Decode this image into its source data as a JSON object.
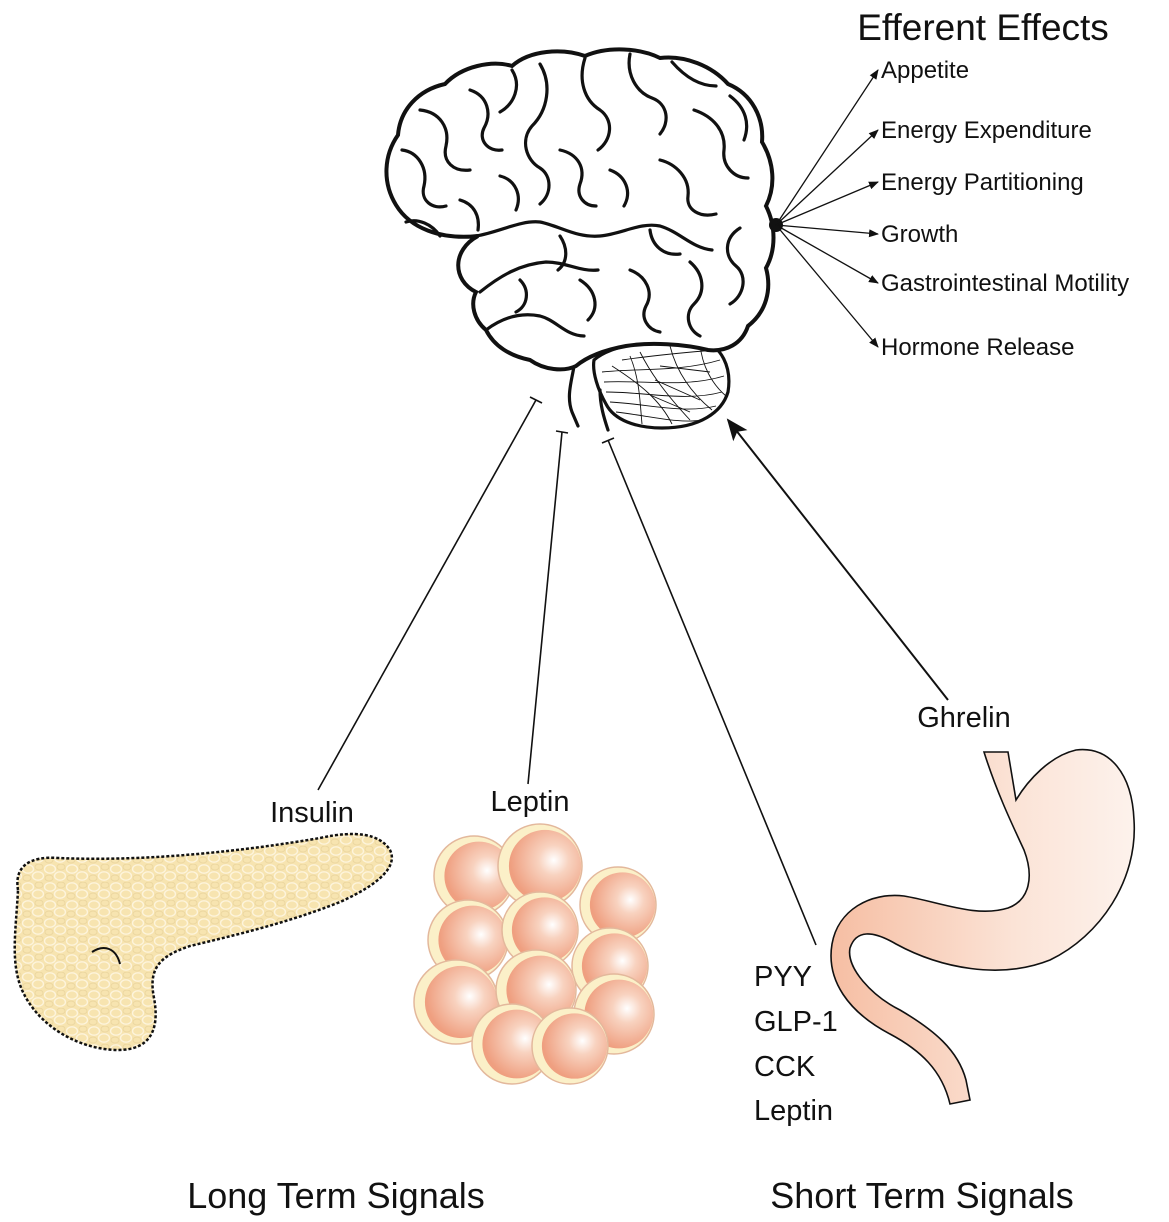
{
  "title": "Efferent Effects",
  "effects": [
    "Appetite",
    "Energy Expenditure",
    "Energy Partitioning",
    "Growth",
    "Gastrointestinal Motility",
    "Hormone Release"
  ],
  "signals": {
    "insulin": "Insulin",
    "leptin": "Leptin",
    "ghrelin": "Ghrelin",
    "short_list": [
      "PYY",
      "GLP-1",
      "CCK",
      "Leptin"
    ]
  },
  "footer": {
    "long_term": "Long Term Signals",
    "short_term": "Short Term Signals"
  },
  "colors": {
    "pancreas": "#f7e4b0",
    "fat_cell": "#f1b596",
    "fat_rim": "#fbf0c8",
    "stomach": "#f9d3bf",
    "line": "#111111"
  }
}
